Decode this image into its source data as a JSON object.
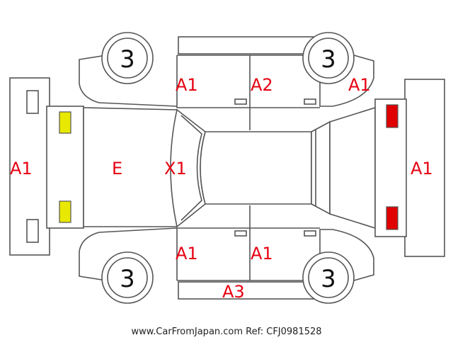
{
  "diagram": {
    "labels": {
      "front_bumper": "A1",
      "rear_bumper": "A1",
      "hood": "E",
      "windshield": "X1",
      "left_front_fender": "A1",
      "left_front_door": "A2",
      "left_rear_quarter": "A1",
      "right_front_fender": "A1",
      "right_front_door": "A1",
      "right_side_sill": "A3"
    },
    "wheels": {
      "front_left": "3",
      "rear_left": "3",
      "front_right": "3",
      "rear_right": "3"
    },
    "lights": {
      "headlight_color": "#e8e800",
      "taillight_color": "#e00000"
    }
  },
  "footer": {
    "watermark": "www.CarFromJapan.com Ref: CFJ0981528"
  }
}
